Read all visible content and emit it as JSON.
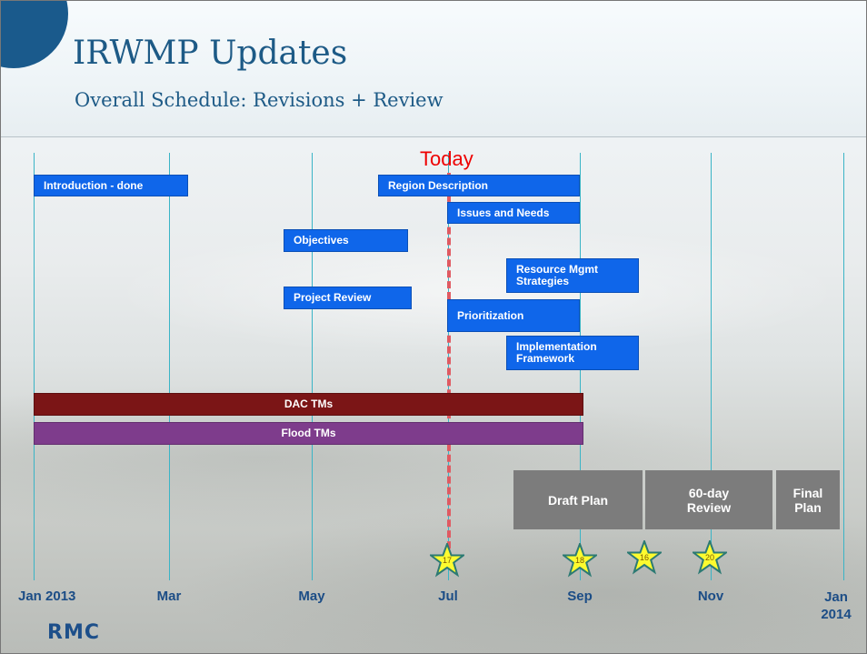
{
  "slide": {
    "title": "IRWMP Updates",
    "subtitle": "Overall Schedule: Revisions + Review",
    "today_label": "Today",
    "logo_text": "RMC"
  },
  "timeline": {
    "axis_labels": [
      "Jan 2013",
      "Mar",
      "May",
      "Jul",
      "Sep",
      "Nov",
      "Jan\n2014"
    ],
    "tasks": [
      {
        "label": "Introduction - done"
      },
      {
        "label": "Region Description"
      },
      {
        "label": "Issues and Needs"
      },
      {
        "label": "Objectives"
      },
      {
        "label": "Resource Mgmt\nStrategies"
      },
      {
        "label": "Project Review"
      },
      {
        "label": "Prioritization"
      },
      {
        "label": "Implementation\nFramework"
      },
      {
        "label": "DAC TMs"
      },
      {
        "label": "Flood TMs"
      }
    ],
    "phases": [
      {
        "label": "Draft Plan"
      },
      {
        "label": "60-day\nReview"
      },
      {
        "label": "Final\nPlan"
      }
    ],
    "milestones": [
      {
        "number": "17"
      },
      {
        "number": "18"
      },
      {
        "number": "16"
      },
      {
        "number": "20"
      }
    ]
  },
  "colors": {
    "task_blue": "#0f66ea",
    "dac_red": "#7b1516",
    "flood_purple": "#7e3c8c",
    "phase_gray": "#7c7c7c",
    "gridline": "#3ab4c6",
    "today_red": "#ee0000",
    "title_blue": "#1d5a86"
  }
}
